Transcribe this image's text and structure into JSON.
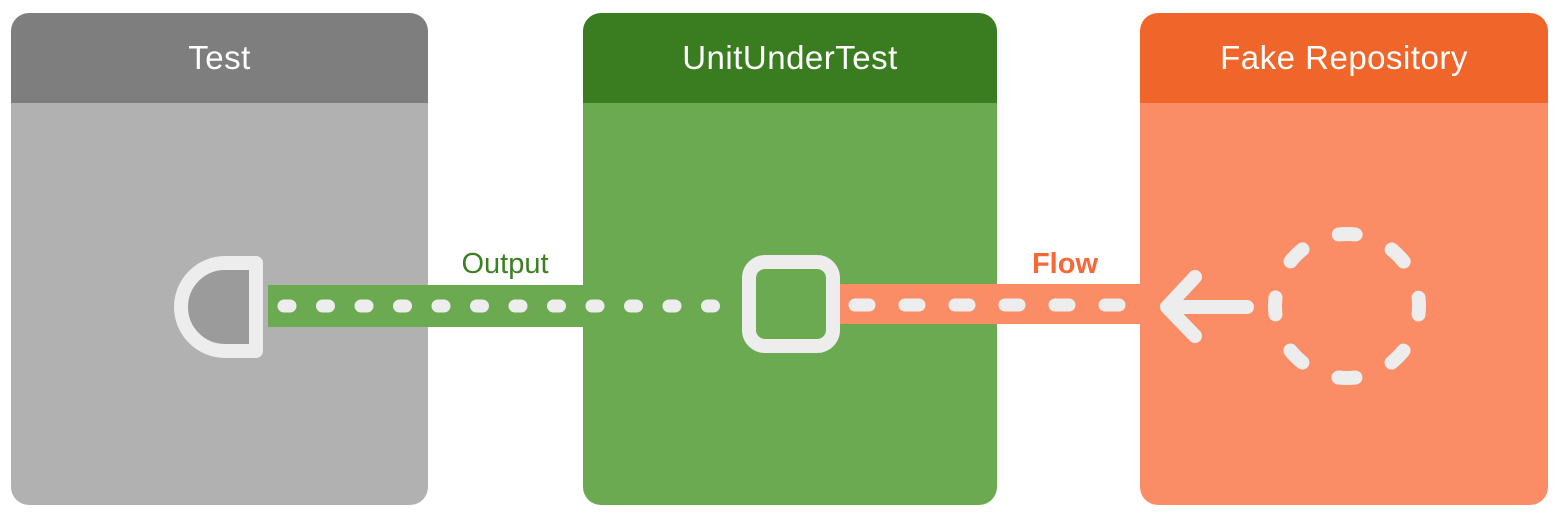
{
  "boxes": {
    "test": {
      "title": "Test"
    },
    "uut": {
      "title": "UnitUnderTest"
    },
    "fake": {
      "title": "Fake Repository"
    }
  },
  "connections": {
    "output": {
      "label": "Output",
      "style": "dotted"
    },
    "flow": {
      "label": "Flow",
      "style": "dashed-with-arrow"
    }
  },
  "icons": {
    "observer": "observer-d-icon",
    "state": "rounded-square-icon",
    "arrow": "arrow-left-icon",
    "repository": "dashed-circle-icon"
  },
  "colors": {
    "page-bg": "#ffffff",
    "test-header": "#7e7e7e",
    "test-body": "#b1b1b1",
    "observer-fill": "#9b9b9b",
    "uut-header": "#3a7d21",
    "uut-body": "#6caa51",
    "fake-header": "#f0652a",
    "fake-body": "#fa8c66",
    "band-green": "#6caa51",
    "band-orange": "#fa8c66",
    "output-label": "#3d8024",
    "flow-label": "#f4683a",
    "icon-light": "#ededed"
  }
}
